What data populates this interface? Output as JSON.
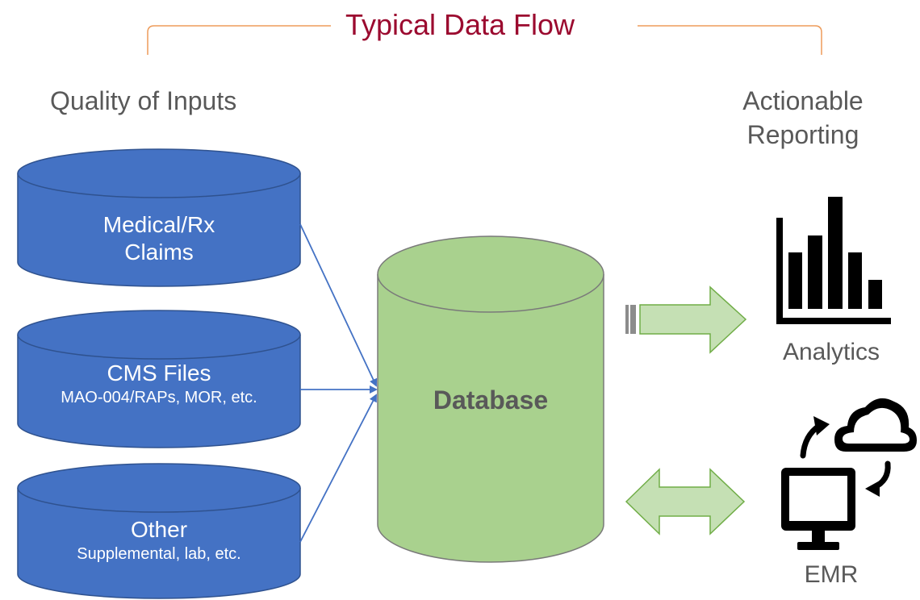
{
  "title": "Typical Data Flow",
  "left_heading": "Quality of Inputs",
  "right_heading_line1": "Actionable",
  "right_heading_line2": "Reporting",
  "inputs": [
    {
      "main_line1": "Medical/Rx",
      "main_line2": "Claims",
      "sub": ""
    },
    {
      "main_line1": "CMS Files",
      "main_line2": "",
      "sub": "MAO-004/RAPs, MOR, etc."
    },
    {
      "main_line1": "Other",
      "main_line2": "",
      "sub": "Supplemental, lab, etc."
    }
  ],
  "database_label": "Database",
  "outputs": [
    {
      "label": "Analytics",
      "icon": "bar-chart-icon"
    },
    {
      "label": "EMR",
      "icon": "computer-cloud-sync-icon"
    }
  ],
  "colors": {
    "title": "#9b0a2f",
    "bracket": "#ed9b5a",
    "input_cylinder_fill": "#4472c4",
    "input_cylinder_stroke": "#2f528f",
    "database_fill": "#a9d18e",
    "arrow_fill": "#c5e0b4",
    "arrow_stroke": "#70ad47",
    "connector": "#4472c4",
    "text_gray": "#595959"
  }
}
